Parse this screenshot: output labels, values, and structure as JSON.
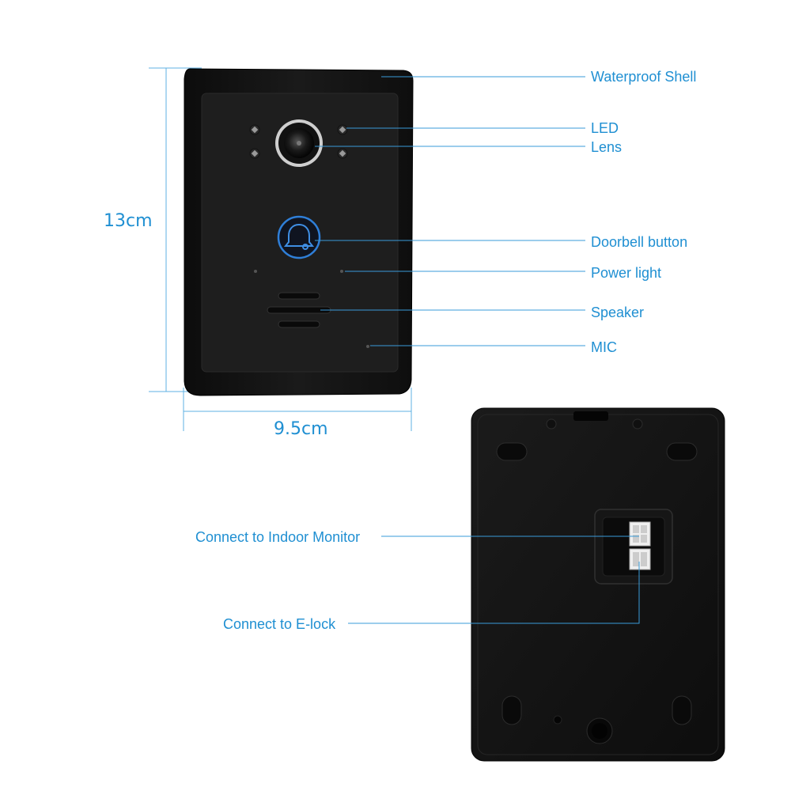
{
  "colors": {
    "label": "#1f8fd2",
    "dimension": "#1f8fd2",
    "leader_line": "#3a9bd9",
    "device_body": "#141414",
    "faceplate": "#1c1c1c",
    "ring": "#d9d9d9",
    "bell_blue": "#2f7fd8"
  },
  "dimensions": {
    "height": "13cm",
    "width": "9.5cm"
  },
  "front_labels": {
    "shell": "Waterproof Shell",
    "led": "LED",
    "lens": "Lens",
    "doorbell": "Doorbell button",
    "power": "Power light",
    "speaker": "Speaker",
    "mic": "MIC"
  },
  "back_labels": {
    "monitor": "Connect to Indoor Monitor",
    "elock": "Connect to E-lock"
  },
  "icons": {
    "doorbell": "bell-icon",
    "lens": "camera-lens-icon",
    "led": "infrared-led-icon"
  }
}
